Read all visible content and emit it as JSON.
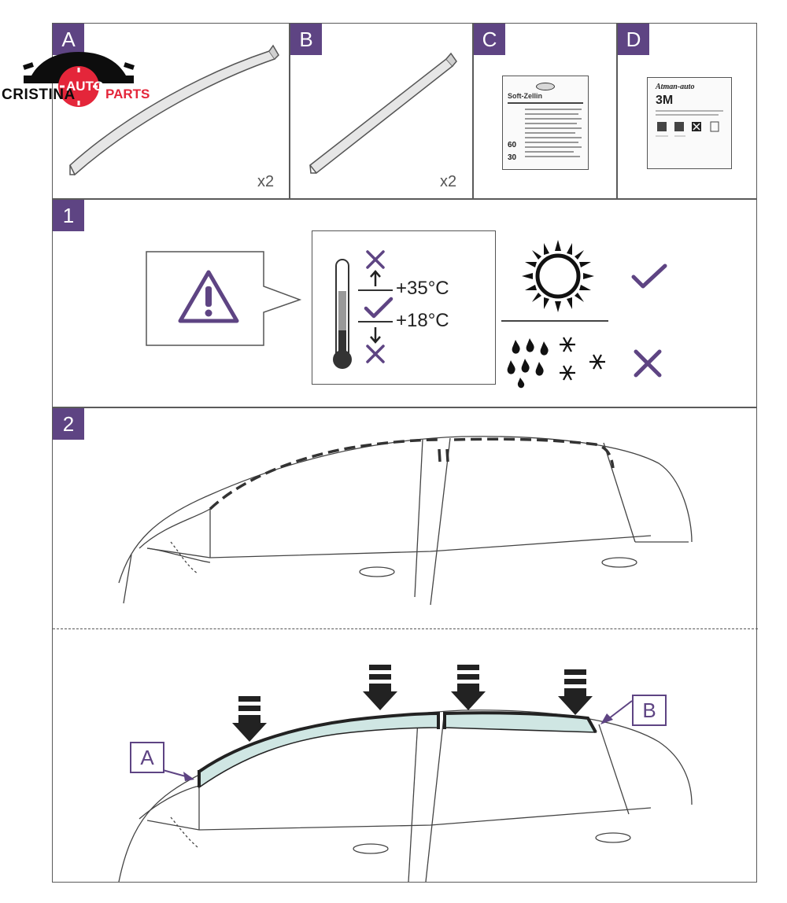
{
  "panels": {
    "a": {
      "tag": "A",
      "qty": "x2"
    },
    "b": {
      "tag": "B",
      "qty": "x2"
    },
    "c": {
      "tag": "C",
      "card_title": "Soft-Zellin",
      "size_a": "60",
      "size_b": "30"
    },
    "d": {
      "tag": "D",
      "card_title": "Atman-auto",
      "brand": "3M"
    },
    "step1": {
      "tag": "1",
      "temp_high": "+35°C",
      "temp_low": "+18°C"
    },
    "step2": {
      "tag": "2",
      "label_a": "A",
      "label_b": "B"
    }
  },
  "logo": {
    "left": "CRISTINA",
    "center": "AUTO",
    "right": "PARTS"
  },
  "colors": {
    "accent": "#5e4483",
    "logo_red": "#e4263a",
    "glass": "#cfe6e3",
    "outline": "#5a5a5a"
  },
  "icons": [
    "warning-icon",
    "thermometer-icon",
    "sun-icon",
    "rain-icon",
    "snowflake-icon",
    "check-icon",
    "cross-icon",
    "arrow-down-icon"
  ]
}
